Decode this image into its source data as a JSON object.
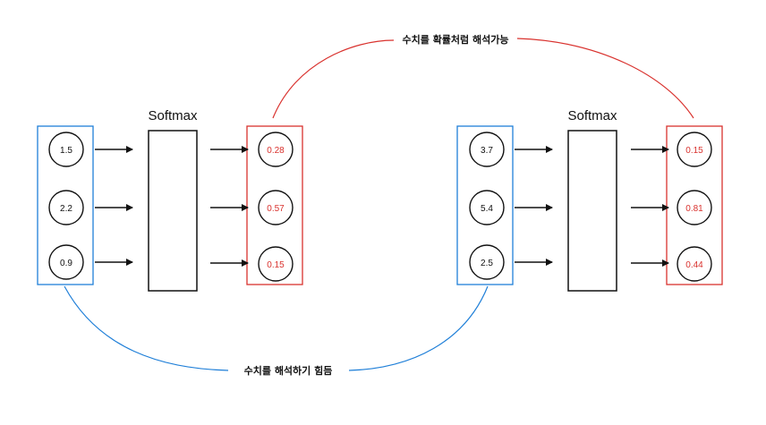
{
  "colors": {
    "blue": "#1f7fd8",
    "red": "#d9322e",
    "black": "#111111"
  },
  "top_annotation": "수치를 확률처럼 해석가능",
  "bottom_annotation": "수치를 해석하기 힘듬",
  "groups": [
    {
      "softmax_label": "Softmax",
      "inputs": [
        "1.5",
        "2.2",
        "0.9"
      ],
      "outputs": [
        "0.28",
        "0.57",
        "0.15"
      ]
    },
    {
      "softmax_label": "Softmax",
      "inputs": [
        "3.7",
        "5.4",
        "2.5"
      ],
      "outputs": [
        "0.15",
        "0.81",
        "0.44"
      ]
    }
  ]
}
